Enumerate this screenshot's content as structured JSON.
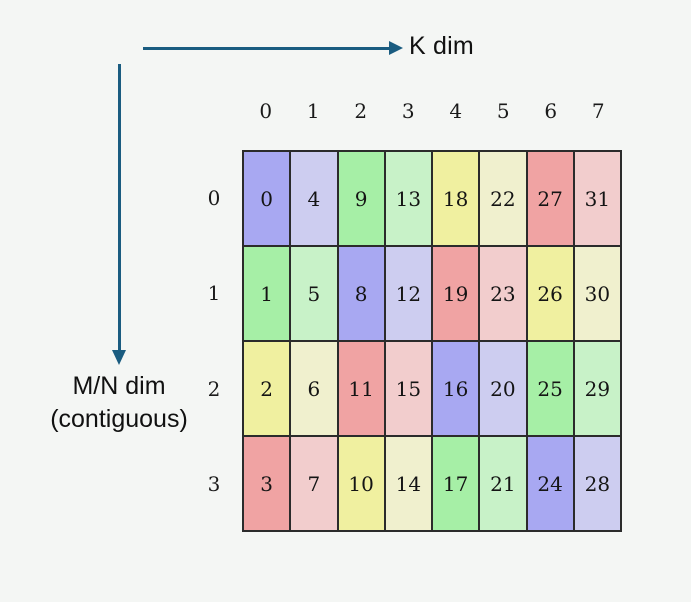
{
  "background_color": "#f4f6f4",
  "axes": {
    "horizontal": {
      "label": "K dim",
      "arrow_color": "#1a5c80",
      "arrow_direction": "right"
    },
    "vertical": {
      "label_line1": "M/N dim",
      "label_line2": "(contiguous)",
      "arrow_color": "#1a5c80",
      "arrow_direction": "down"
    }
  },
  "grid": {
    "border_color": "#2b2b2b",
    "column_headers": [
      "0",
      "1",
      "2",
      "3",
      "4",
      "5",
      "6",
      "7"
    ],
    "row_headers": [
      "0",
      "1",
      "2",
      "3"
    ],
    "rows": [
      {
        "values": [
          "0",
          "4",
          "9",
          "13",
          "18",
          "22",
          "27",
          "31"
        ],
        "colors": [
          "#a8a8f2",
          "#cdcdf0",
          "#a6efa6",
          "#c8f2c8",
          "#f0f0a0",
          "#f0f0ce",
          "#f0a3a3",
          "#f2cdcd"
        ]
      },
      {
        "values": [
          "1",
          "5",
          "8",
          "12",
          "19",
          "23",
          "26",
          "30"
        ],
        "colors": [
          "#a6efa6",
          "#c8f2c8",
          "#a8a8f2",
          "#cdcdf0",
          "#f0a3a3",
          "#f2cdcd",
          "#f0f0a0",
          "#f0f0ce"
        ]
      },
      {
        "values": [
          "2",
          "6",
          "11",
          "15",
          "16",
          "20",
          "25",
          "29"
        ],
        "colors": [
          "#f0f0a0",
          "#f0f0ce",
          "#f0a3a3",
          "#f2cdcd",
          "#a8a8f2",
          "#cdcdf0",
          "#a6efa6",
          "#c8f2c8"
        ]
      },
      {
        "values": [
          "3",
          "7",
          "10",
          "14",
          "17",
          "21",
          "24",
          "28"
        ],
        "colors": [
          "#f0a3a3",
          "#f2cdcd",
          "#f0f0a0",
          "#f0f0ce",
          "#a6efa6",
          "#c8f2c8",
          "#a8a8f2",
          "#cdcdf0"
        ]
      }
    ]
  },
  "chart_data": {
    "type": "heatmap",
    "title": "",
    "xlabel": "K dim",
    "ylabel": "M/N dim (contiguous)",
    "x": [
      "0",
      "1",
      "2",
      "3",
      "4",
      "5",
      "6",
      "7"
    ],
    "y": [
      "0",
      "1",
      "2",
      "3"
    ],
    "values": [
      [
        0,
        4,
        9,
        13,
        18,
        22,
        27,
        31
      ],
      [
        1,
        5,
        8,
        12,
        19,
        23,
        26,
        30
      ],
      [
        2,
        6,
        11,
        15,
        16,
        20,
        25,
        29
      ],
      [
        3,
        7,
        10,
        14,
        17,
        21,
        24,
        28
      ]
    ],
    "cell_colors": [
      [
        "#a8a8f2",
        "#cdcdf0",
        "#a6efa6",
        "#c8f2c8",
        "#f0f0a0",
        "#f0f0ce",
        "#f0a3a3",
        "#f2cdcd"
      ],
      [
        "#a6efa6",
        "#c8f2c8",
        "#a8a8f2",
        "#cdcdf0",
        "#f0a3a3",
        "#f2cdcd",
        "#f0f0a0",
        "#f0f0ce"
      ],
      [
        "#f0f0a0",
        "#f0f0ce",
        "#f0a3a3",
        "#f2cdcd",
        "#a8a8f2",
        "#cdcdf0",
        "#a6efa6",
        "#c8f2c8"
      ],
      [
        "#f0a3a3",
        "#f2cdcd",
        "#f0f0a0",
        "#f0f0ce",
        "#a6efa6",
        "#c8f2c8",
        "#a8a8f2",
        "#cdcdf0"
      ]
    ],
    "grid": true,
    "legend": "none"
  }
}
